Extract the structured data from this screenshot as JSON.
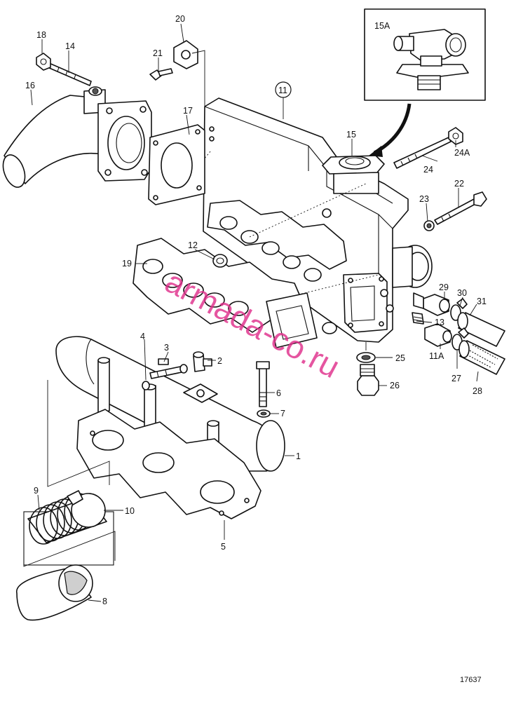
{
  "labels": {
    "l1": "1",
    "l2": "2",
    "l3": "3",
    "l4": "4",
    "l5": "5",
    "l6": "6",
    "l7": "7",
    "l8": "8",
    "l9": "9",
    "l10": "10",
    "l11": "11",
    "l11a": "11A",
    "l12": "12",
    "l13": "13",
    "l14": "14",
    "l15": "15",
    "l15a": "15A",
    "l16": "16",
    "l17": "17",
    "l18": "18",
    "l19": "19",
    "l20": "20",
    "l21": "21",
    "l22": "22",
    "l23": "23",
    "l24": "24",
    "l24a": "24A",
    "l25": "25",
    "l26": "26",
    "l27": "27",
    "l28": "28",
    "l29": "29",
    "l30": "30",
    "l31": "31"
  },
  "watermark": "armada-co.ru",
  "figure_number": "17637",
  "colors": {
    "line": "#111111",
    "watermark": "#e0308c",
    "background": "#ffffff"
  }
}
